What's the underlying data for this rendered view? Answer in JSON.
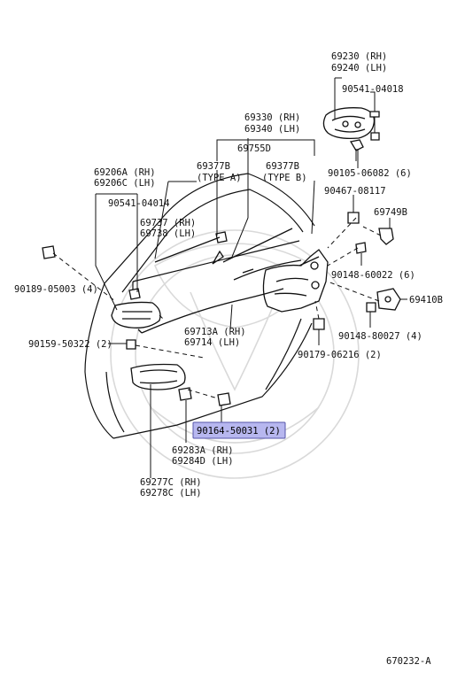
{
  "diagram_id": "670232-A",
  "labels": {
    "p69230": "69230 (RH)",
    "p69240": "69240 (LH)",
    "p90541_top": "90541-04018",
    "p69330": "69330 (RH)",
    "p69340": "69340 (LH)",
    "p69755": "69755D",
    "p69377a": "69377B",
    "type_a": "(TYPE  A)",
    "p69377b": "69377B",
    "type_b": "(TYPE  B)",
    "p90105": "90105-06082 (6)",
    "p69206a": "69206A (RH)",
    "p69206c": "69206C (LH)",
    "p90541_left": "90541-04014",
    "p90467": "90467-08117",
    "p69749": "69749B",
    "p69737": "69737 (RH)",
    "p69738": "69738 (LH)",
    "p90189": "90189-05003 (4)",
    "p90148_a": "90148-60022 (6)",
    "p69410": "69410B",
    "p69713": "69713A (RH)",
    "p69714": "69714  (LH)",
    "p90148_b": "90148-80027 (4)",
    "p90159": "90159-50322 (2)",
    "p90179": "90179-06216 (2)",
    "p90164": "90164-50031 (2)",
    "p69283": "69283A (RH)",
    "p69284": "69284D (LH)",
    "p69277": "69277C (RH)",
    "p69278": "69278C (LH)"
  },
  "colors": {
    "highlight_fill": "#b7b7ef",
    "highlight_stroke": "#5555aa",
    "line": "#111111",
    "watermark": "#d9d9d9"
  }
}
